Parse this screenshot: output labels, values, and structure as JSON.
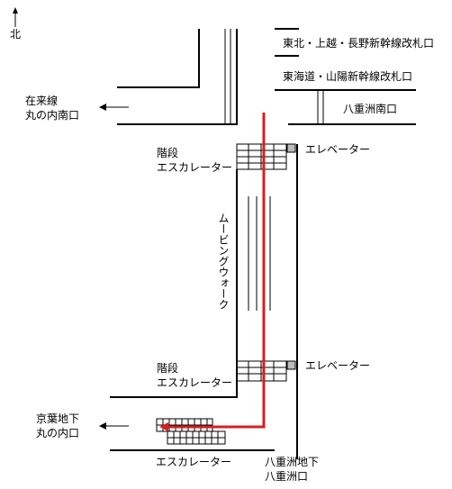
{
  "north": "北",
  "gates": {
    "tohoku": "東北・上越・長野新幹線改札口",
    "tokaido": "東海道・山陽新幹線改札口"
  },
  "exits": {
    "yaesu_south": "八重洲南口",
    "zairai_line1": "在来線",
    "zairai_line2": "丸の内南口",
    "keiyo_line1": "京葉地下",
    "keiyo_line2": "丸の内口",
    "yaesu_under_line1": "八重洲地下",
    "yaesu_under_line2": "八重洲口"
  },
  "features": {
    "stairs_top_line1": "階段",
    "stairs_top_line2": "エスカレーター",
    "stairs_bottom_line1": "階段",
    "stairs_bottom_line2": "エスカレーター",
    "elevator_top": "エレベーター",
    "elevator_bottom": "エレベーター",
    "moving_walk": "ムービングウォーク",
    "escalator_bottom": "エスカレーター"
  },
  "colors": {
    "route": "#d42020",
    "lines": "#000000",
    "elevator_fill": "#bbbbbb"
  }
}
